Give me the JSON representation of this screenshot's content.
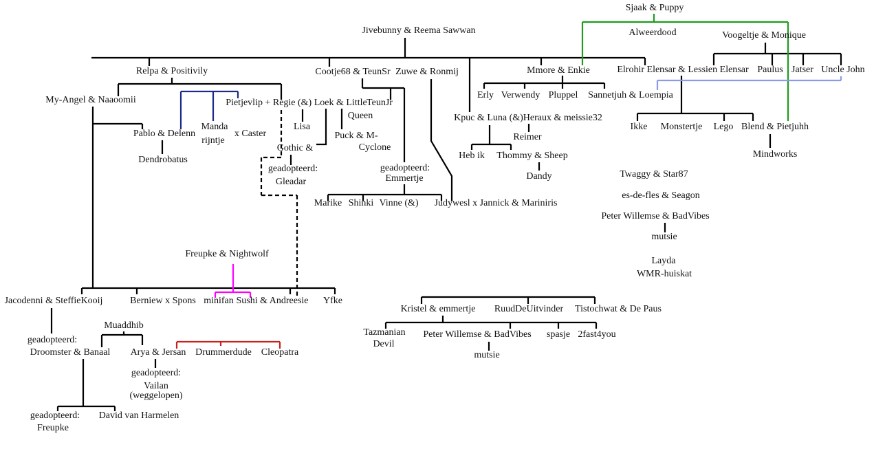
{
  "colors": {
    "line": "#000000",
    "green": "#1f9a1f",
    "blue": "#1c2a8a",
    "lightblue": "#8a9ae8",
    "magenta": "#ff00ff",
    "red": "#c8201e"
  },
  "labels": {
    "sjaak": "Sjaak & Puppy",
    "alweerdood": "Alweerdood",
    "jivebunny": "Jivebunny & Reema Sawwan",
    "voogeltje": "Voogeltje & Monique",
    "relpa": "Relpa & Positivily",
    "cootje": "Cootje68 & TeunSr",
    "zuwe": "Zuwe & Ronmij",
    "mmore": "Mmore & Enkie",
    "elrohir": "Elrohir Elensar & Lessien Elensar",
    "paulus": "Paulus",
    "jatser": "Jatser",
    "unclejohn": "Uncle John",
    "myangel": "My-Angel  & Naaoomii",
    "pietjevlip": "Pietjevlip + Regie (&) Loek & Little",
    "teunjr": "TeunJr",
    "queen": "Queen",
    "erly": "Erly",
    "verwendy": "Verwendy",
    "pluppel": "Pluppel",
    "sannetjuh": "Sannetjuh & Loempia",
    "lisa": "Lisa",
    "pablo": "Pablo & Delenn",
    "manda": "Manda",
    "rijntje": "rijntje",
    "caster": "x Caster",
    "puck": "Puck & M-",
    "cyclone": "Cyclone",
    "gothic": "Gothic &",
    "dendrobatus": "Dendrobatus",
    "geadopteerd1": "geadopteerd:",
    "gleadar": "Gleadar",
    "geadopteerd2": "geadopteerd:",
    "emmertje": "Emmertje",
    "kpuc": "Kpuc & Luna (&)Heraux & meissie32",
    "reimer": "Reimer",
    "hebik": "Heb ik",
    "thommy": "Thommy & Sheep",
    "dandy": "Dandy",
    "ikke": "Ikke",
    "monstertje": "Monstertje",
    "lego": "Lego",
    "blend": "Blend & Pietjuhh",
    "mindworks": "Mindworks",
    "twaggy": "Twaggy & Star87",
    "esdefles": "es-de-fles & Seagon",
    "peter1": "Peter Willemse & BadVibes",
    "mutsie1": "mutsie",
    "layda": "Layda",
    "wmr": "WMR-huiskat",
    "marike": "Marike",
    "shinki": "Shinki",
    "vinne": "Vinne (&)",
    "judywesl": "Judywesl x Jannick & Mariniris",
    "freupkenight": "Freupke & Nightwolf",
    "jacodenni": "Jacodenni & SteffieKooij",
    "berniew": "Berniew x Spons",
    "minifan": "minifan",
    "sushi": "Sushi & Andreesie",
    "yfke": "Yfke",
    "muaddhib": "Muaddhib",
    "geadopteerd3": "geadopteerd:",
    "droomster": "Droomster & Banaal",
    "arya": "Arya & Jersan",
    "drummerdude": "Drummerdude",
    "cleopatra": "Cleopatra",
    "geadopteerd4": "geadopteerd:",
    "vailan": "Vailan",
    "weggelopen": "(weggelopen)",
    "geadopteerd5": "geadopteerd:",
    "freupke": "Freupke",
    "david": "David van Harmelen",
    "kristel": "Kristel & emmertje",
    "ruud": "RuudDeUitvinder",
    "tistochwat": "Tistochwat & De Paus",
    "tazmanian": "Tazmanian",
    "devil": "Devil",
    "peter2": "Peter Willemse & BadVibes",
    "mutsie2": "mutsie",
    "spasje": "spasje",
    "fast4you": "2fast4you"
  }
}
